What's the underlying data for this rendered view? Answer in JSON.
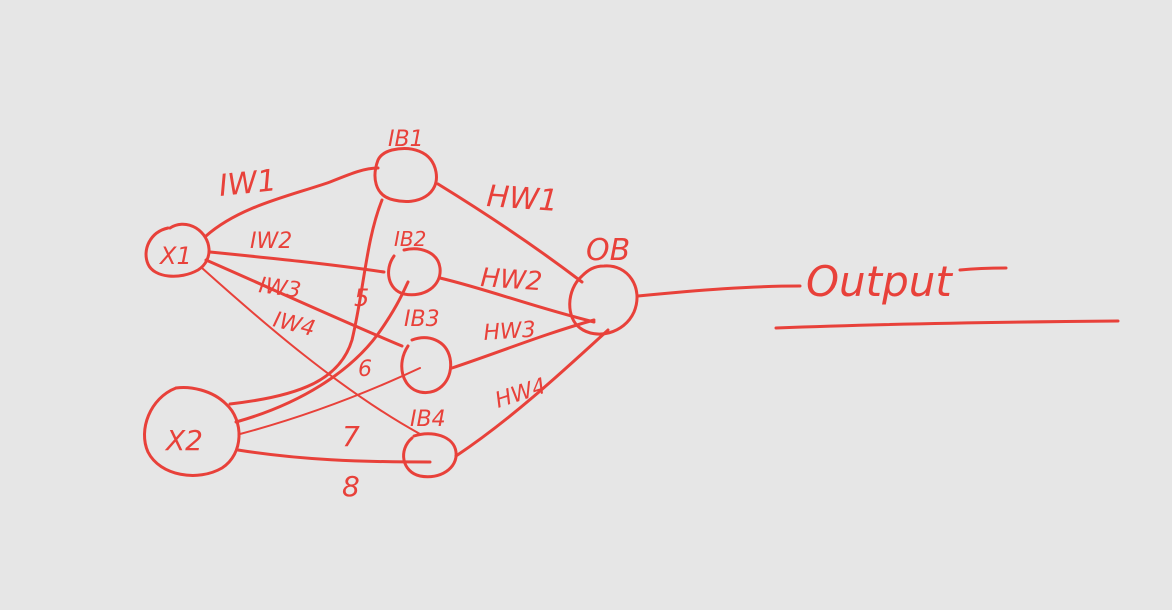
{
  "colors": {
    "ink": "#e8413a",
    "background": "#e6e6e6"
  },
  "inputs": {
    "x1": "X1",
    "x2": "X2"
  },
  "hidden_nodes": {
    "ib1": "IB1",
    "ib2": "IB2",
    "ib3": "IB3",
    "ib4": "IB4"
  },
  "output_node": {
    "label": "OB"
  },
  "input_weights": {
    "iw1": "IW1",
    "iw2": "IW2",
    "iw3": "IW3",
    "iw4": "IW4",
    "w5": "5",
    "w6": "6",
    "w7": "7",
    "w8": "8"
  },
  "hidden_weights": {
    "hw1": "HW1",
    "hw2": "HW2",
    "hw3": "HW3",
    "hw4": "HW4"
  },
  "output_label": "Output"
}
